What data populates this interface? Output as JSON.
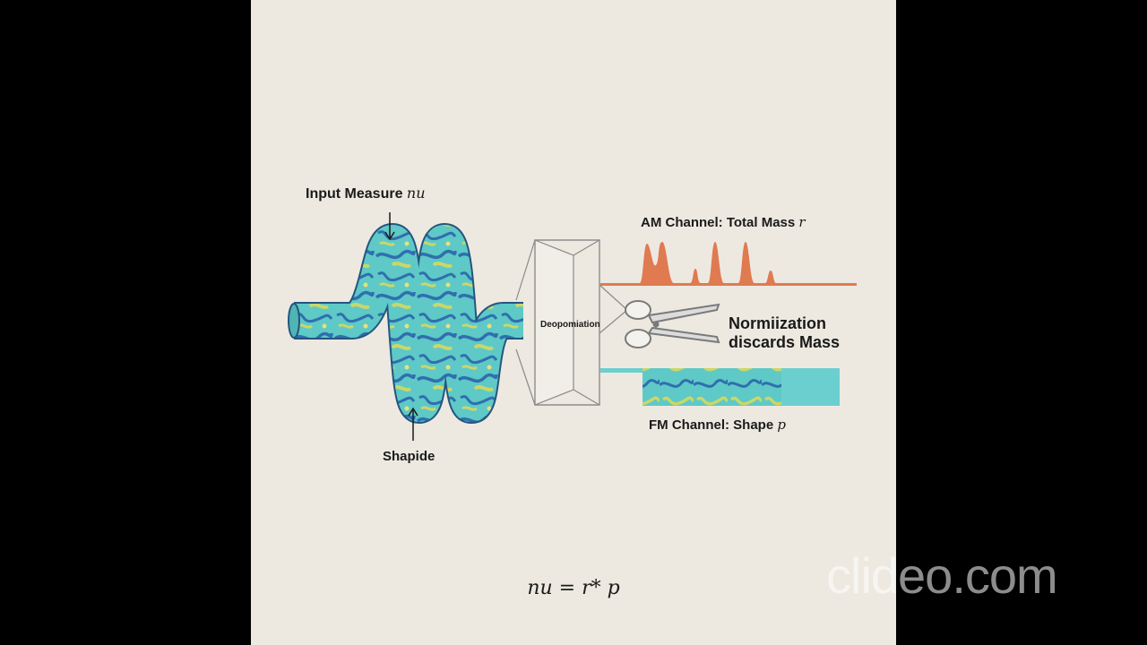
{
  "diagram": {
    "input_label": "Input Measure",
    "input_symbol": "nu",
    "shape_label": "Shapide",
    "decomposition_label": "Deopomiation",
    "am_label": "AM Channel: Total Mass",
    "am_symbol": "r",
    "norm_line1": "Normiization",
    "norm_line2": "discards Mass",
    "fm_label": "FM Channel: Shape",
    "fm_symbol": "p",
    "formula": "nu = r* p"
  },
  "watermark": {
    "text": "clideo.com"
  },
  "colors": {
    "background": "#ede9e0",
    "letterbox": "#000000",
    "tube_teal": "#5ec9c6",
    "tube_blue": "#2f6fae",
    "tube_yellow": "#c9d76a",
    "am_orange": "#e07a50",
    "fm_teal": "#6ccfcf",
    "prism_line": "#8a8a8a"
  },
  "icons": [
    "scissors-icon",
    "arrow-down-icon",
    "arrow-up-icon",
    "prism-icon"
  ]
}
